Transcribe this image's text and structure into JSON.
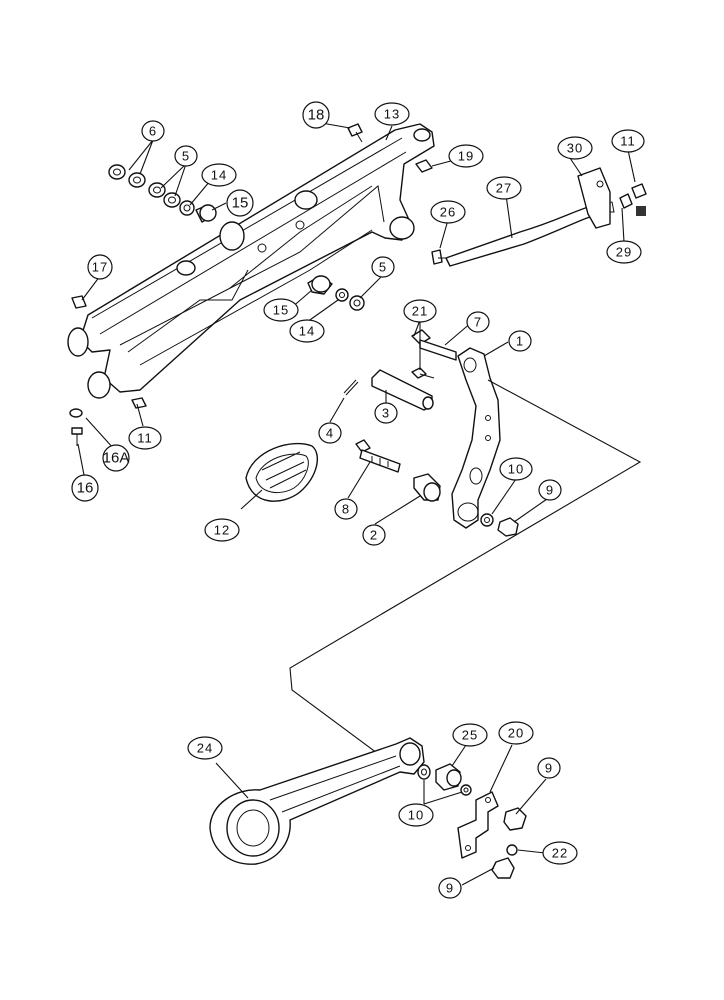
{
  "diagram": {
    "callouts": {
      "c1": "1",
      "c2": "2",
      "c3": "3",
      "c4": "4",
      "c5a": "5",
      "c5b": "5",
      "c6": "6",
      "c7": "7",
      "c8": "8",
      "c9a": "9",
      "c9b": "9",
      "c9c": "9",
      "c10a": "10",
      "c10b": "10",
      "c11a": "11",
      "c11b": "11",
      "c12": "12",
      "c13": "13",
      "c14a": "14",
      "c14b": "14",
      "c15a": "15",
      "c15b": "15",
      "c16": "16",
      "c16a": "16A",
      "c17": "17",
      "c18": "18",
      "c19": "19",
      "c20": "20",
      "c21": "21",
      "c22": "22",
      "c24": "24",
      "c25": "25",
      "c26": "26",
      "c27": "27",
      "c29": "29",
      "c30": "30"
    },
    "colors": {
      "line": "#111111",
      "background": "#ffffff"
    }
  }
}
